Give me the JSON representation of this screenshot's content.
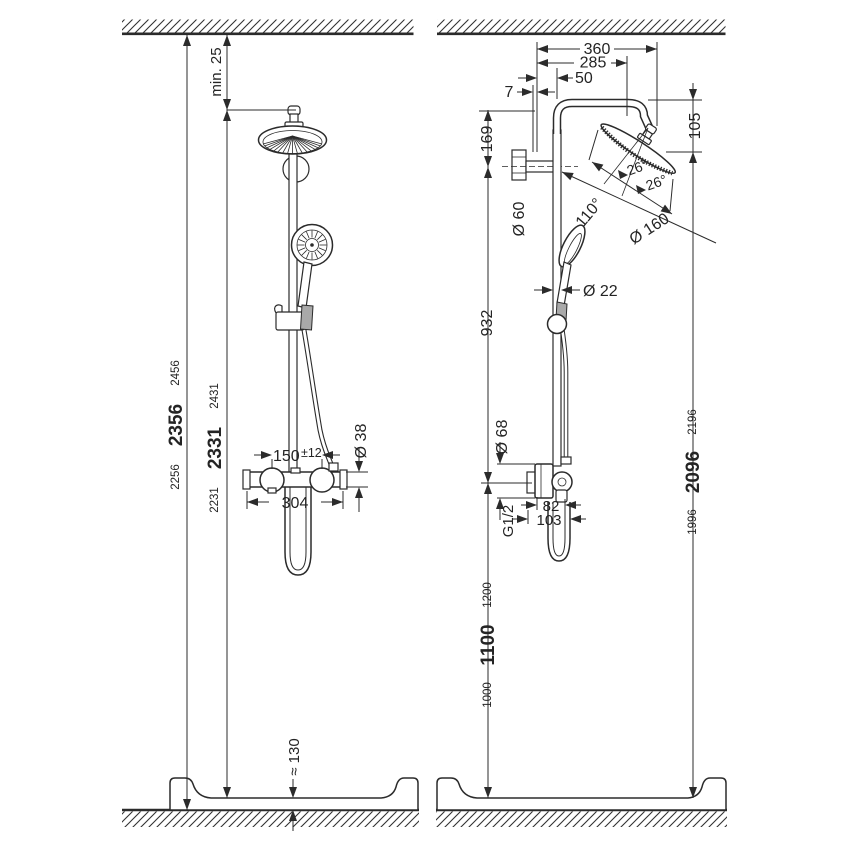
{
  "left_view": {
    "ceiling_gap": "min. 25",
    "height_outer": {
      "lo": "2256",
      "main": "2356",
      "hi": "2456"
    },
    "height_inner": {
      "lo": "2231",
      "main": "2331",
      "hi": "2431"
    },
    "valve_spacing": "150",
    "valve_spacing_tol": "±12",
    "valve_width": "304",
    "valve_pipe_dia": "Ø 38",
    "tray_height": "≈ 130"
  },
  "right_view": {
    "arm_reach": "360",
    "head_center_reach": "285",
    "offset_50": "50",
    "wall_gap": "7",
    "bracket_drop": "169",
    "escutcheon_dia": "Ø 60",
    "arm_angle": "110°",
    "tilt_up": "26°",
    "tilt_down": "26°",
    "head_dia": "Ø 160",
    "head_depth": "105",
    "riser_length": "932",
    "pipe_dia": "Ø 22",
    "valve_body_dia": "Ø 68",
    "valve_depth": "82",
    "valve_total_depth": "103",
    "thread": "G1/2",
    "valve_height": {
      "lo": "1000",
      "main": "1100",
      "hi": "1200"
    },
    "head_total_height": {
      "lo": "1996",
      "main": "2096",
      "hi": "2196"
    }
  }
}
